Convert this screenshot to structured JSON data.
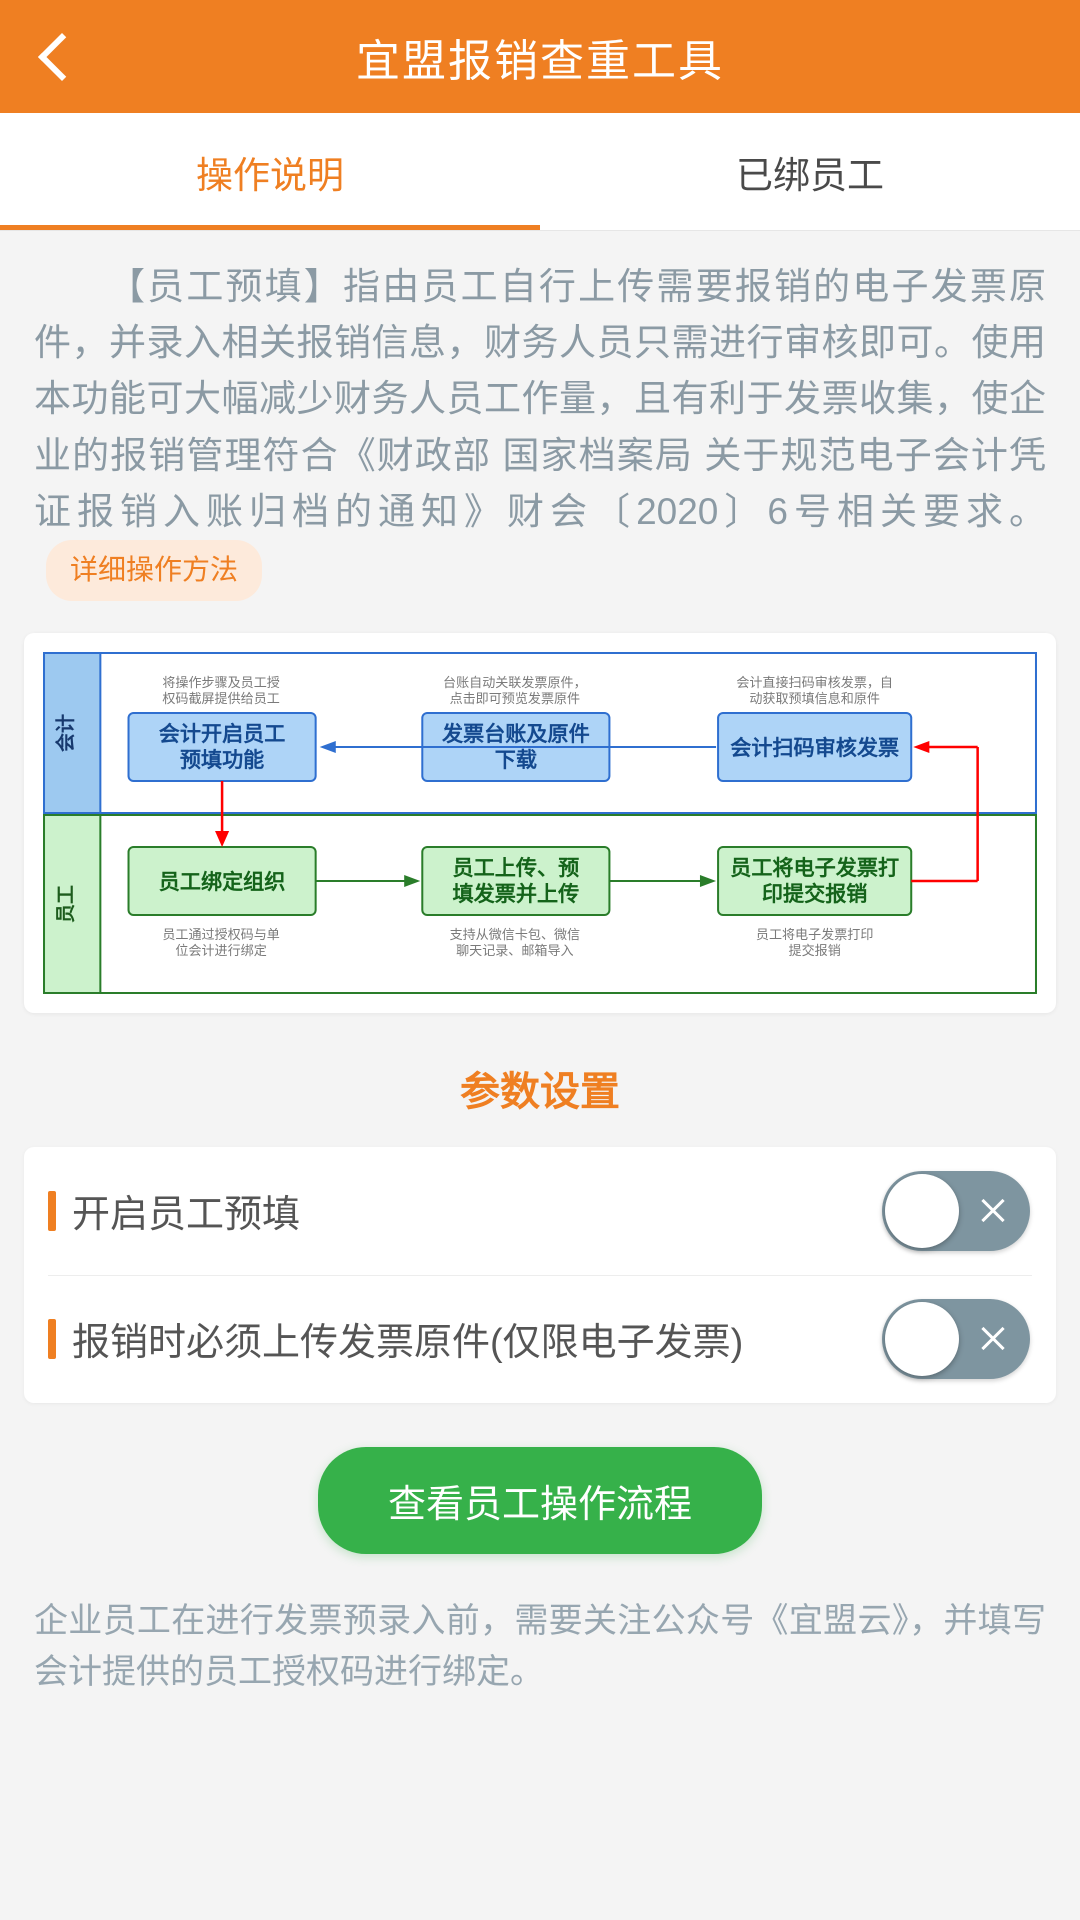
{
  "header": {
    "back_icon": "chevron-left-icon",
    "title": "宜盟报销查重工具"
  },
  "tabs": [
    {
      "label": "操作说明",
      "active": true
    },
    {
      "label": "已绑员工",
      "active": false
    }
  ],
  "intro": {
    "text": "【员工预填】指由员工自行上传需要报销的电子发票原件，并录入相关报销信息，财务人员只需进行审核即可。使用本功能可大幅减少财务人员工作量，且有利于发票收集，使企业的报销管理符合《财政部 国家档案局 关于规范电子会计凭证报销入账归档的通知》财会〔2020〕6号相关要求。",
    "badge_label": "详细操作方法"
  },
  "flowchart": {
    "lanes": [
      {
        "name": "会计",
        "color": "#9dc9f0"
      },
      {
        "name": "员工",
        "color": "#c8 efc8"
      }
    ],
    "accountant_lane_label": "会计",
    "employee_lane_label": "员工",
    "accountant_nodes": [
      {
        "title": "会计开启员工预填功能",
        "note": "将操作步骤及员工授权码截屏提供给员工",
        "note_position": "above"
      },
      {
        "title": "发票台账及原件下载",
        "note": "台账自动关联发票原件，点击即可预览发票原件",
        "note_position": "above"
      },
      {
        "title": "会计扫码审核发票",
        "note": "会计直接扫码审核发票，自动获取预填信息和原件",
        "note_position": "above"
      }
    ],
    "employee_nodes": [
      {
        "title": "员工绑定组织",
        "note": "员工通过授权码与单位会计进行绑定",
        "note_position": "below"
      },
      {
        "title": "员工上传、预填发票并上传",
        "note": "支持从微信卡包、微信聊天记录、邮箱导入",
        "note_position": "below"
      },
      {
        "title": "员工将电子发票打印提交报销",
        "note": "员工将电子发票打印提交报销",
        "note_position": "below"
      }
    ]
  },
  "settings": {
    "section_title": "参数设置",
    "rows": [
      {
        "label": "开启员工预填",
        "toggle_on": false,
        "toggle_icon": "close-icon"
      },
      {
        "label": "报销时必须上传发票原件(仅限电子发票)",
        "toggle_on": false,
        "toggle_icon": "close-icon"
      }
    ]
  },
  "action_button": {
    "label": "查看员工操作流程"
  },
  "footer": {
    "note": "企业员工在进行发票预录入前，需要关注公众号《宜盟云》，并填写会计提供的员工授权码进行绑定。"
  },
  "colors": {
    "brand_orange": "#ef7f22",
    "badge_bg": "#fdeadb",
    "toggle_off": "#7e95a0",
    "button_green": "#36b14a",
    "body_text": "#8b9aa4",
    "lane_blue": "#9dc9f0",
    "lane_green": "#c9efc9"
  }
}
